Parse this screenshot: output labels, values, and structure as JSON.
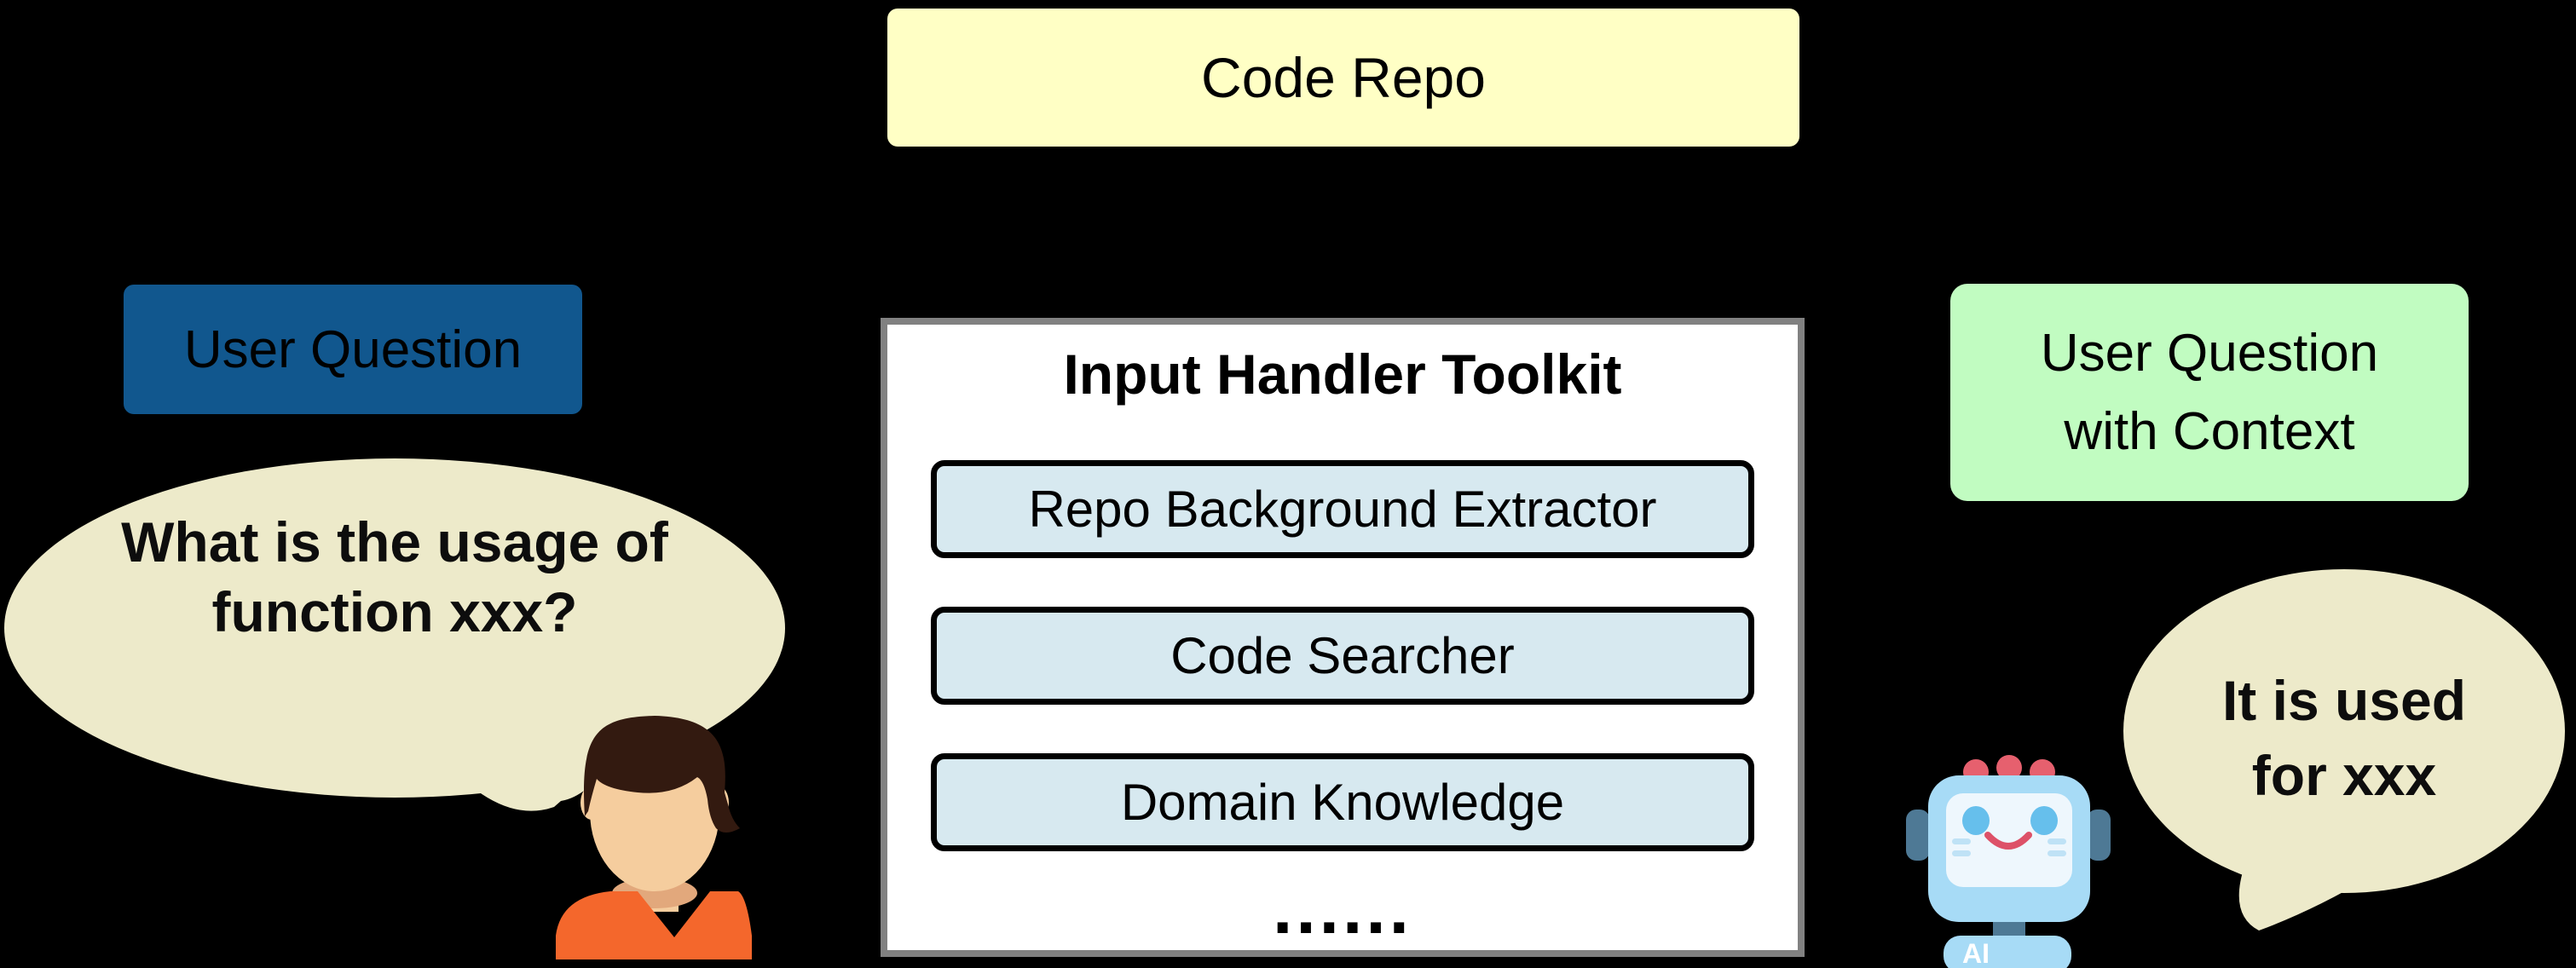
{
  "colors": {
    "background": "#000000",
    "code_repo_fill": "#ffffc5",
    "user_question_fill": "#11578e",
    "context_fill": "#c1fcc1",
    "toolkit_fill": "#ffffff",
    "toolkit_border": "#818181",
    "item_fill": "#d7e9f0",
    "item_border": "#000000",
    "bubble_fill": "#edeaca",
    "arrow": "#000000",
    "text": "#000000"
  },
  "code_repo": {
    "label": "Code Repo"
  },
  "user_question_box": {
    "label": "User Question"
  },
  "toolkit": {
    "title": "Input Handler Toolkit",
    "items": [
      {
        "label": "Repo Background Extractor"
      },
      {
        "label": "Code Searcher"
      },
      {
        "label": "Domain Knowledge"
      }
    ],
    "ellipsis": "......"
  },
  "context_box": {
    "line1": "User Question",
    "line2": "with Context"
  },
  "user_bubble": {
    "line1": "What is the usage of",
    "line2": "function xxx?"
  },
  "ai_bubble": {
    "line1": "It is used",
    "line2": "for xxx"
  },
  "person": {
    "hair_color": "#331a10",
    "skin_color": "#f5cd9e",
    "shadow_color": "#e2a87c",
    "shirt_color": "#f4672c"
  },
  "robot": {
    "chest_label": "AI",
    "body_color": "#a7dbf6",
    "ear_color": "#4e7995",
    "antenna_color": "#e6606e",
    "screen_color": "#eef7fd",
    "eye_color": "#66bfec",
    "smile_color": "#dd5168",
    "cheek_color": "#bfe2f6",
    "chest_label_color": "#ffffff"
  }
}
